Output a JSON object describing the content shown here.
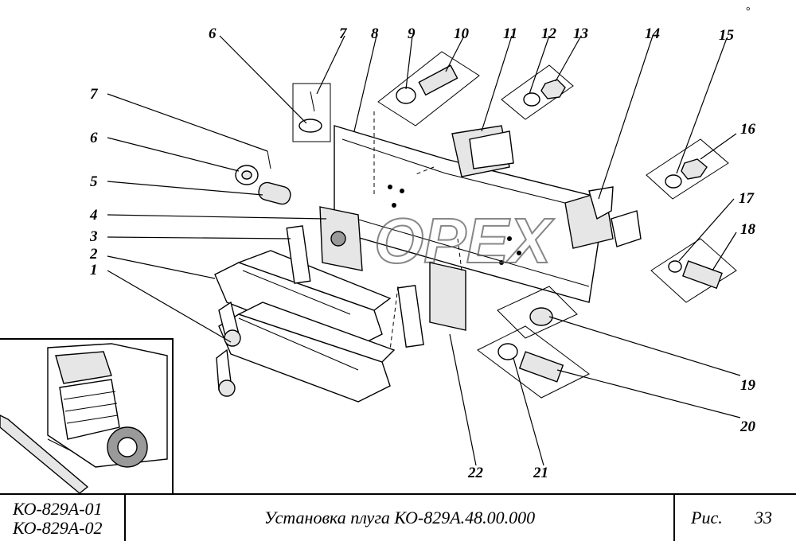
{
  "callouts": [
    "1",
    "2",
    "3",
    "4",
    "5",
    "6",
    "7",
    "8",
    "9",
    "10",
    "11",
    "12",
    "13",
    "14",
    "15",
    "16",
    "17",
    "18",
    "19",
    "20",
    "21",
    "22"
  ],
  "watermark": "OPEX",
  "title_block": {
    "models": [
      "КО-829А-01",
      "КО-829А-02"
    ],
    "title": "Установка плуга КО-829А.48.00.000",
    "figure_label": "Рис.",
    "figure_number": "33"
  },
  "top_right_mark": "°"
}
